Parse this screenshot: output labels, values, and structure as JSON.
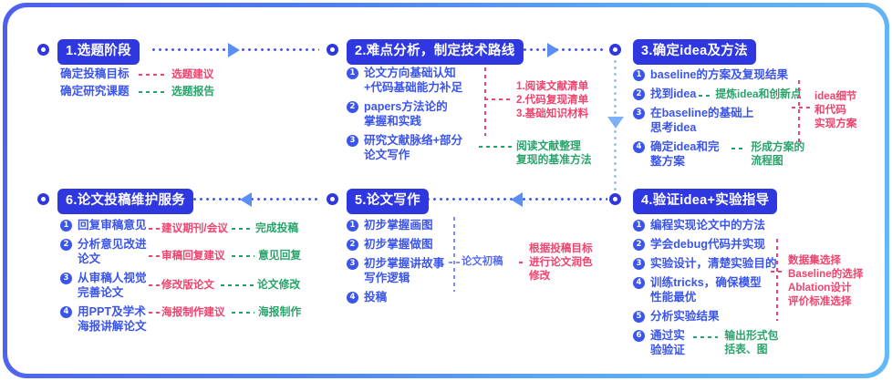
{
  "frame": {
    "border_gradient_from": "#4e5ef0",
    "border_gradient_to": "#63b8f7"
  },
  "colors": {
    "badge_bg": "#2f38e0",
    "primary_blue": "#3b55ec",
    "accent_red": "#f0436d",
    "accent_green": "#2aa36b",
    "light_blue": "#5b6ef0"
  },
  "stages": [
    {
      "id": "stage-1",
      "badge": "1.选题阶段",
      "items": [
        {
          "text": "确定投稿目标"
        },
        {
          "text": "确定研究课题"
        }
      ],
      "outputs": [
        {
          "text": "选题建议",
          "color": "red"
        },
        {
          "text": "选题报告",
          "color": "green"
        }
      ]
    },
    {
      "id": "stage-2",
      "badge": "2.难点分析，制定技术路线",
      "items": [
        {
          "num": "❶",
          "text": "论文方向基础认知\n+代码基础能力补足"
        },
        {
          "num": "❷",
          "text": "papers方法论的\n掌握和实践"
        },
        {
          "num": "❸",
          "text": "研究文献脉络+部分\n论文写作"
        }
      ],
      "notes": [
        {
          "text": "1.阅读文献清单\n2.代码复现清单\n3.基础知识材料",
          "color": "red"
        },
        {
          "text": "阅读文献整理\n复现的基准方法",
          "color": "green"
        }
      ]
    },
    {
      "id": "stage-3",
      "badge": "3.确定idea及方法",
      "items": [
        {
          "num": "❶",
          "text": "baseline的方案及复现结果"
        },
        {
          "num": "❷",
          "text": "找到idea"
        },
        {
          "num": "❸",
          "text": "在baseline的基础上\n思考idea"
        },
        {
          "num": "❹",
          "text": "确定idea和完整方案"
        }
      ],
      "inline_notes": [
        {
          "text": "提炼idea和创新点",
          "color": "green"
        },
        {
          "text": "形成方案的流程图",
          "color": "green"
        }
      ],
      "notes": [
        {
          "text": "idea细节\n和代码\n实现方案",
          "color": "red"
        }
      ]
    },
    {
      "id": "stage-4",
      "badge": "4.验证idea+实验指导",
      "items": [
        {
          "num": "❶",
          "text": "编程实现论文中的方法"
        },
        {
          "num": "❷",
          "text": "学会debug代码并实现"
        },
        {
          "num": "❸",
          "text": "实验设计，清楚实验目的"
        },
        {
          "num": "❹",
          "text": "训练tricks，确保模型\n性能最优"
        },
        {
          "num": "❺",
          "text": "分析实验结果"
        },
        {
          "num": "❻",
          "text": "通过实验验证"
        }
      ],
      "inline_notes": [
        {
          "text": "输出形式包括表、图",
          "color": "green"
        }
      ],
      "notes": [
        {
          "text": "数据集选择\nBaseline的选择\nAblation设计\n评价标准选择",
          "color": "red"
        }
      ]
    },
    {
      "id": "stage-5",
      "badge": "5.论文写作",
      "items": [
        {
          "num": "❶",
          "text": "初步掌握画图"
        },
        {
          "num": "❷",
          "text": "初步掌握做图"
        },
        {
          "num": "❸",
          "text": "初步掌握讲故事\n写作逻辑"
        },
        {
          "num": "❹",
          "text": "投稿"
        }
      ],
      "notes": [
        {
          "text": "论文初稿",
          "color": "blue"
        },
        {
          "text": "根据投稿目标\n进行论文润色\n修改",
          "color": "red"
        }
      ]
    },
    {
      "id": "stage-6",
      "badge": "6.论文投稿维护服务",
      "items": [
        {
          "num": "❶",
          "text": "回复审稿意见"
        },
        {
          "num": "❷",
          "text": "分析意见改进\n论文"
        },
        {
          "num": "❸",
          "text": "从审稿人视觉\n完善论文"
        },
        {
          "num": "❹",
          "text": "用PPT及学术\n海报讲解论文"
        }
      ],
      "mids": [
        {
          "text": "建议期刊/会议",
          "color": "red"
        },
        {
          "text": "审稿回复建议",
          "color": "red"
        },
        {
          "text": "修改版论文",
          "color": "red"
        },
        {
          "text": "海报制作建议",
          "color": "red"
        }
      ],
      "outs": [
        {
          "text": "完成投稿",
          "color": "green"
        },
        {
          "text": "意见回复",
          "color": "green"
        },
        {
          "text": "论文修改",
          "color": "green"
        },
        {
          "text": "海报制作",
          "color": "green"
        }
      ]
    }
  ]
}
